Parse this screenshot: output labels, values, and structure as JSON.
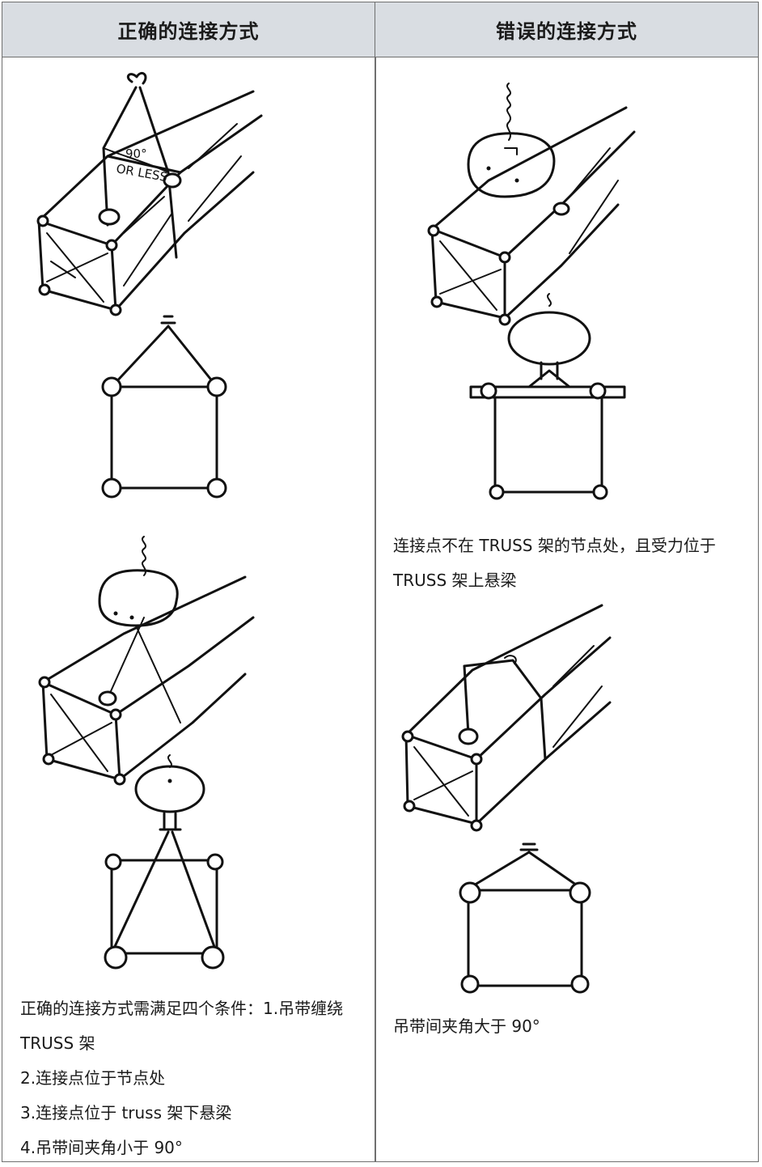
{
  "headers": {
    "correct": "正确的连接方式",
    "wrong": "错误的连接方式"
  },
  "figure_labels": {
    "angle": "90°",
    "or_less": "OR LESS"
  },
  "captions": {
    "wrong_1_line1": "连接点不在 TRUSS 架的节点处，且受力位于",
    "wrong_1_line2": "TRUSS 架上悬梁",
    "wrong_2": "吊带间夹角大于 90°",
    "correct_line1": "正确的连接方式需满足四个条件：1.吊带缠绕",
    "correct_line2": "TRUSS 架",
    "correct_line3": "2.连接点位于节点处",
    "correct_line4": "3.连接点位于 truss 架下悬梁",
    "correct_line5": "4.吊带间夹角小于 90°"
  }
}
